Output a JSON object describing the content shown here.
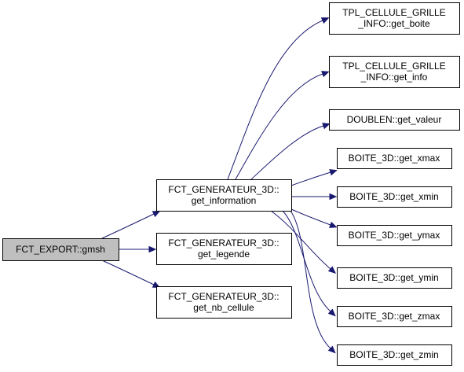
{
  "diagram": {
    "nodes": [
      {
        "id": "fct_export_gmsh",
        "lines": [
          "FCT_EXPORT::gmsh"
        ],
        "highlight": true
      },
      {
        "id": "get_information",
        "lines": [
          "FCT_GENERATEUR_3D::",
          "get_information"
        ],
        "highlight": false
      },
      {
        "id": "get_legende",
        "lines": [
          "FCT_GENERATEUR_3D::",
          "get_legende"
        ],
        "highlight": false
      },
      {
        "id": "get_nb_cellule",
        "lines": [
          "FCT_GENERATEUR_3D::",
          "get_nb_cellule"
        ],
        "highlight": false
      },
      {
        "id": "tpl_get_boite",
        "lines": [
          "TPL_CELLULE_GRILLE",
          "_INFO::get_boite"
        ],
        "highlight": false
      },
      {
        "id": "tpl_get_info",
        "lines": [
          "TPL_CELLULE_GRILLE",
          "_INFO::get_info"
        ],
        "highlight": false
      },
      {
        "id": "doublen_get_valeur",
        "lines": [
          "DOUBLEN::get_valeur"
        ],
        "highlight": false
      },
      {
        "id": "boite_get_xmax",
        "lines": [
          "BOITE_3D::get_xmax"
        ],
        "highlight": false
      },
      {
        "id": "boite_get_xmin",
        "lines": [
          "BOITE_3D::get_xmin"
        ],
        "highlight": false
      },
      {
        "id": "boite_get_ymax",
        "lines": [
          "BOITE_3D::get_ymax"
        ],
        "highlight": false
      },
      {
        "id": "boite_get_ymin",
        "lines": [
          "BOITE_3D::get_ymin"
        ],
        "highlight": false
      },
      {
        "id": "boite_get_zmax",
        "lines": [
          "BOITE_3D::get_zmax"
        ],
        "highlight": false
      },
      {
        "id": "boite_get_zmin",
        "lines": [
          "BOITE_3D::get_zmin"
        ],
        "highlight": false
      }
    ],
    "edges": [
      {
        "from": "fct_export_gmsh",
        "to": "get_information"
      },
      {
        "from": "fct_export_gmsh",
        "to": "get_legende"
      },
      {
        "from": "fct_export_gmsh",
        "to": "get_nb_cellule"
      },
      {
        "from": "get_information",
        "to": "tpl_get_boite"
      },
      {
        "from": "get_information",
        "to": "tpl_get_info"
      },
      {
        "from": "get_information",
        "to": "doublen_get_valeur"
      },
      {
        "from": "get_information",
        "to": "boite_get_xmax"
      },
      {
        "from": "get_information",
        "to": "boite_get_xmin"
      },
      {
        "from": "get_information",
        "to": "boite_get_ymax"
      },
      {
        "from": "get_information",
        "to": "boite_get_ymin"
      },
      {
        "from": "get_information",
        "to": "boite_get_zmax"
      },
      {
        "from": "get_information",
        "to": "boite_get_zmin"
      }
    ],
    "colors": {
      "edge": "#191970",
      "highlight_fill": "#bfbfbf",
      "node_fill": "#ffffff",
      "border": "#000000"
    }
  }
}
